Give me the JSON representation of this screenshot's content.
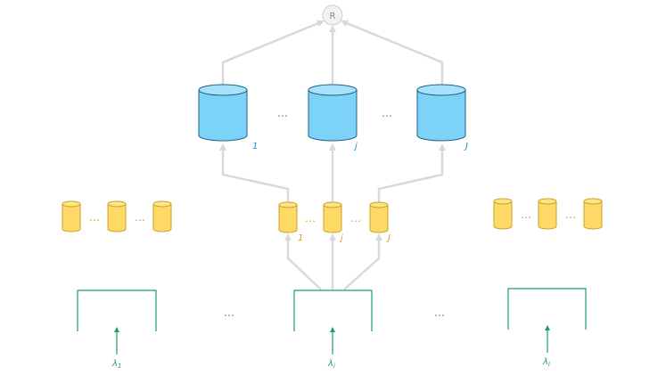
{
  "root": {
    "label": "R"
  },
  "top_stores": [
    {
      "label": "1"
    },
    {
      "label": "j"
    },
    {
      "label": "J"
    }
  ],
  "top_ellipses": [
    "…",
    "…"
  ],
  "mid_center_cylinders": [
    {
      "label": "1"
    },
    {
      "label": "j"
    },
    {
      "label": "J"
    }
  ],
  "mid_ellipses": [
    "…",
    "…",
    "…",
    "…",
    "…",
    "…"
  ],
  "bottom_sources": [
    {
      "label": "λ",
      "sub": "1"
    },
    {
      "label": "λ",
      "sub": "i"
    },
    {
      "label": "λ",
      "sub": "I"
    }
  ],
  "bottom_ellipses": [
    "…",
    "…"
  ],
  "colors": {
    "arrow": "#d9d9d9",
    "blue_fill": "#7dd3f7",
    "blue_stroke": "#1e5f86",
    "blue_text": "#2a8bc4",
    "yellow_fill": "#ffd966",
    "yellow_stroke": "#c9a227",
    "yellow_text": "#d6a21a",
    "green": "#1f9e5f",
    "root_fill": "#f2f2f2",
    "root_stroke": "#cccccc",
    "root_text": "#888888"
  }
}
